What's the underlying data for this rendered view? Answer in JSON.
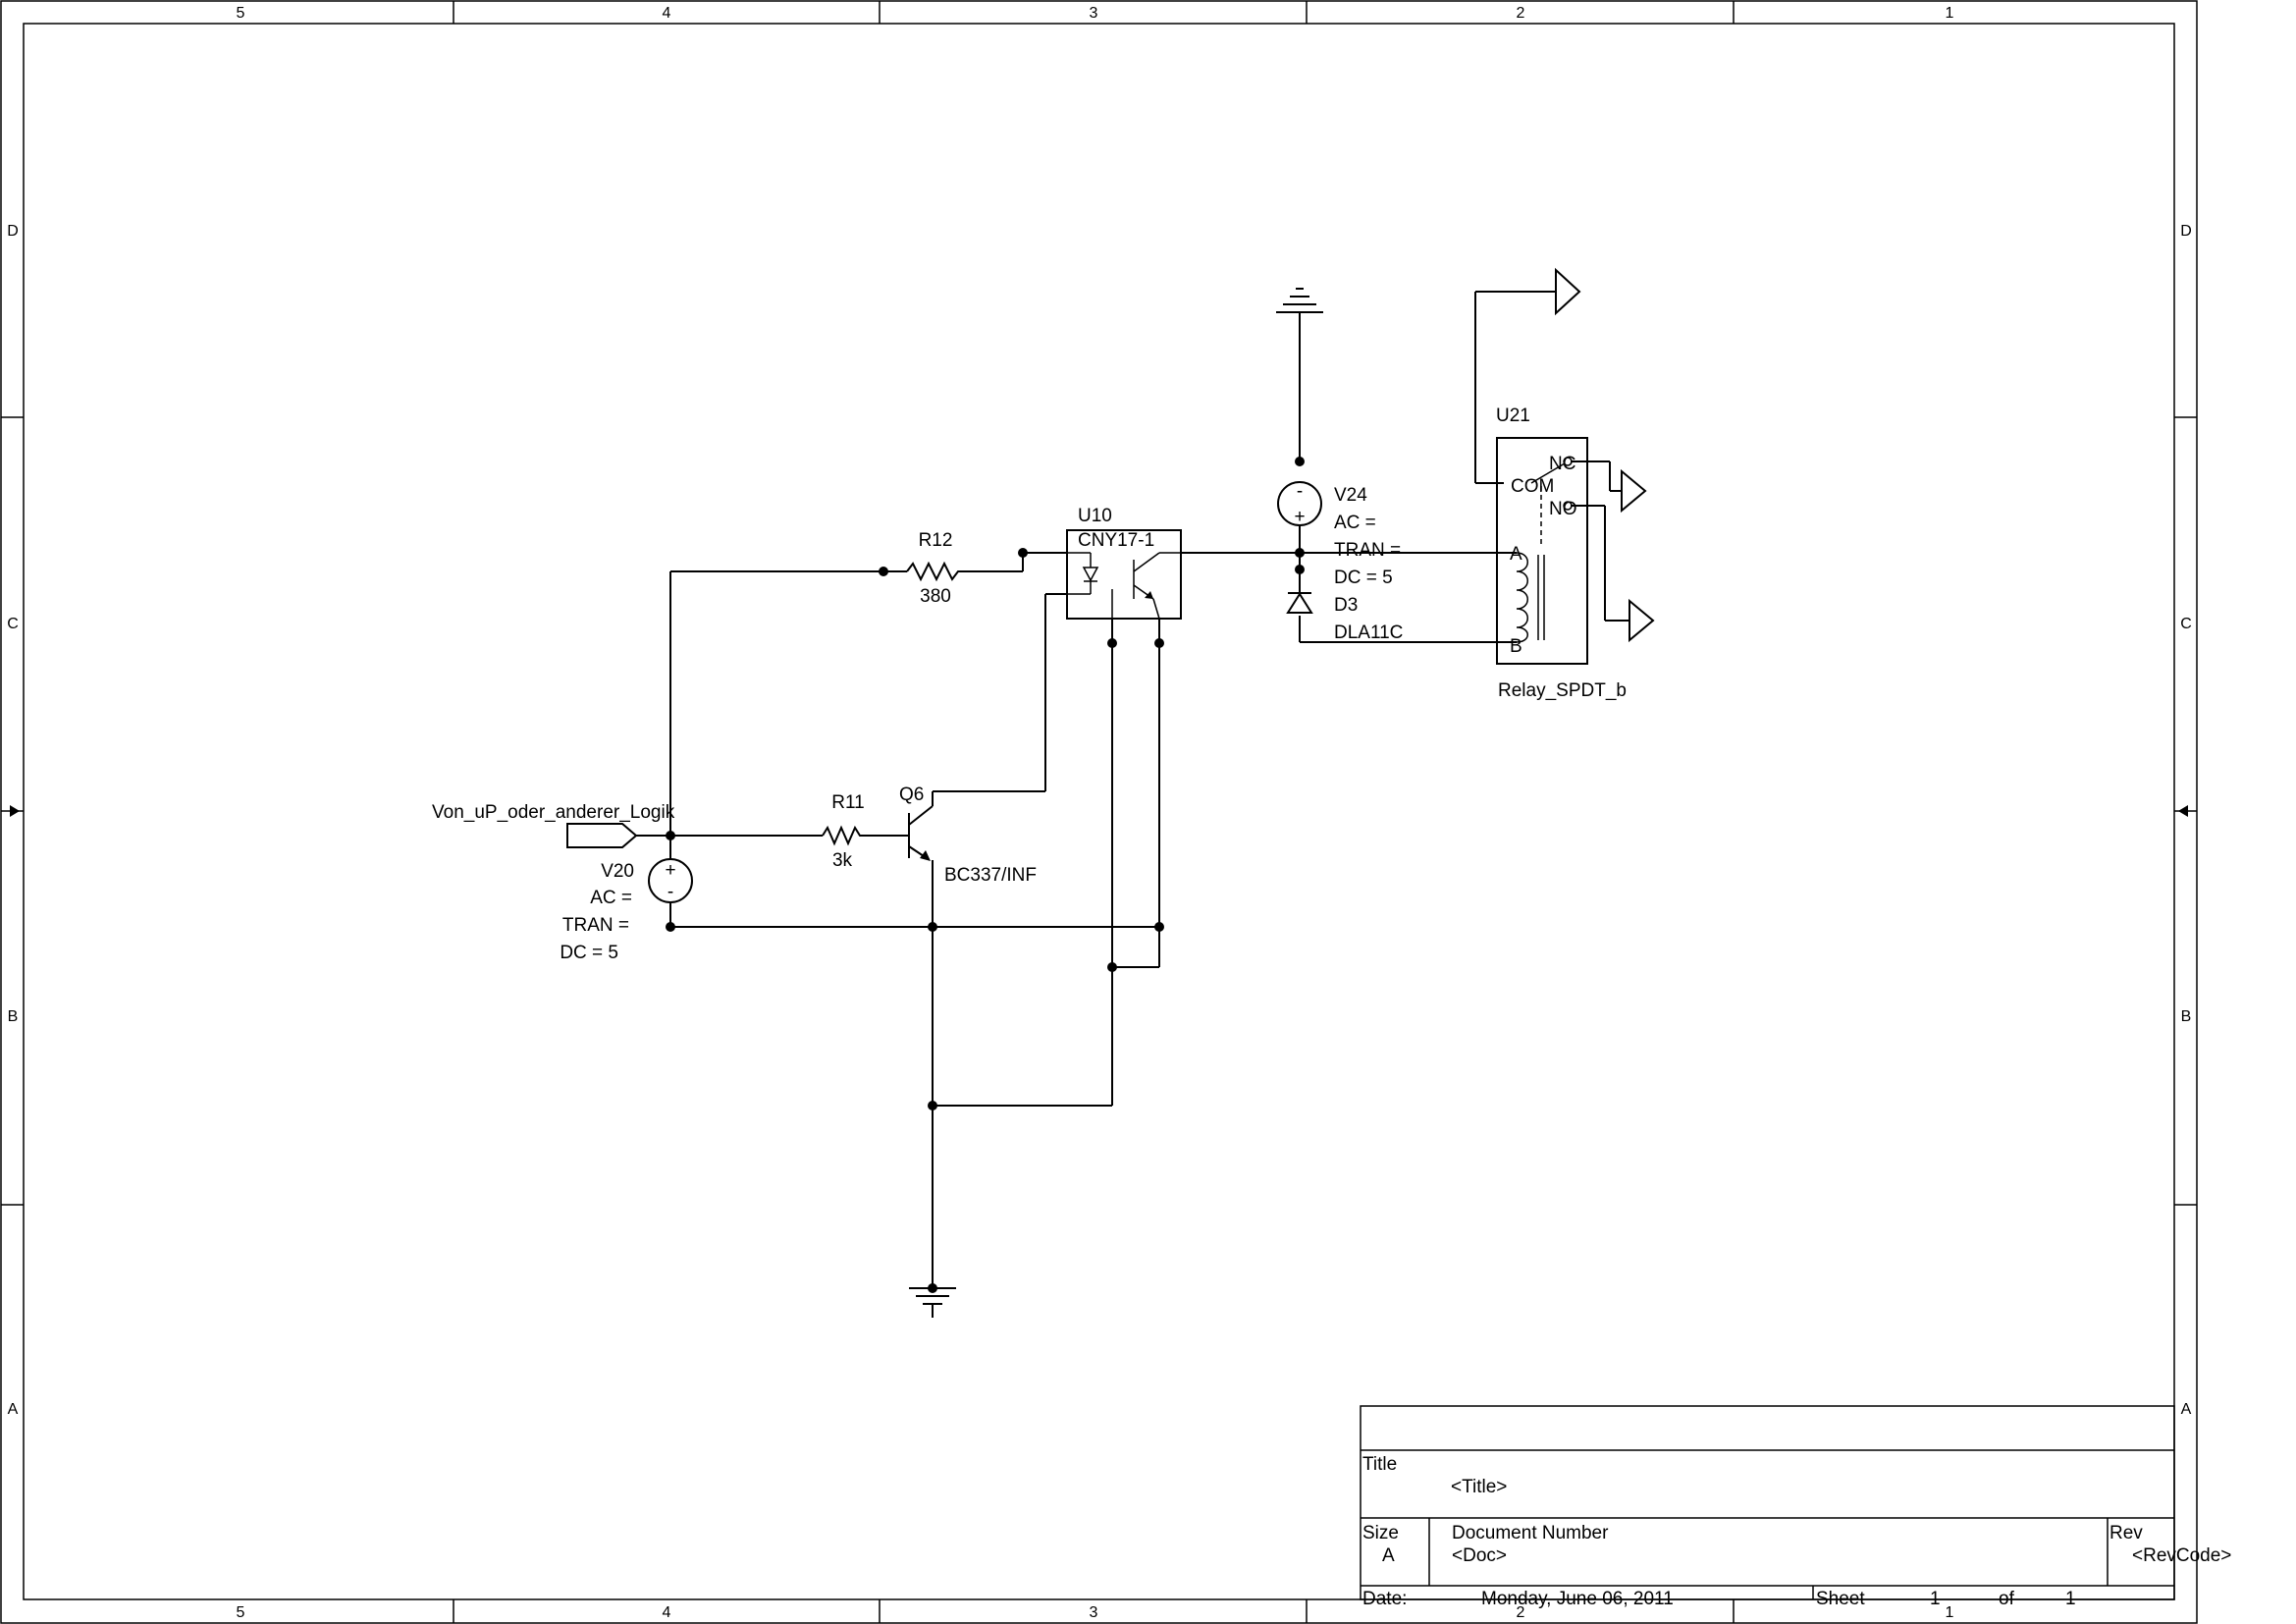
{
  "zones": {
    "columns": [
      "5",
      "4",
      "3",
      "2",
      "1"
    ],
    "rows": [
      "D",
      "C",
      "B",
      "A"
    ]
  },
  "components": {
    "r12": {
      "ref": "R12",
      "value": "380"
    },
    "r11": {
      "ref": "R11",
      "value": "3k"
    },
    "u10": {
      "ref": "U10",
      "part": "CNY17-1"
    },
    "q6": {
      "ref": "Q6",
      "part": "BC337/INF"
    },
    "v20": {
      "ref": "V20",
      "ac": "AC =",
      "tran": "TRAN =",
      "dc": "DC = 5",
      "plus": "+",
      "minus": "-"
    },
    "v24": {
      "ref": "V24",
      "ac": "AC =",
      "tran": "TRAN =",
      "dc": "DC = 5",
      "plus": "+",
      "minus": "-"
    },
    "d3": {
      "ref": "D3",
      "part": "DLA11C"
    },
    "u21": {
      "ref": "U21",
      "part": "Relay_SPDT_b",
      "pin_nc": "NC",
      "pin_com": "COM",
      "pin_no": "NO",
      "pin_a": "A",
      "pin_b": "B"
    },
    "input_port": {
      "label": "Von_uP_oder_anderer_Logik"
    }
  },
  "title_block": {
    "title_label": "Title",
    "title_value": "<Title>",
    "size_label": "Size",
    "size_value": "A",
    "doc_label": "Document Number",
    "doc_value": "<Doc>",
    "rev_label": "Rev",
    "rev_value": "<RevCode>",
    "date_label": "Date:",
    "date_value": "Monday, June 06, 2011",
    "sheet_label": "Sheet",
    "sheet_value": "1",
    "of_label": "of",
    "of_value": "1"
  }
}
